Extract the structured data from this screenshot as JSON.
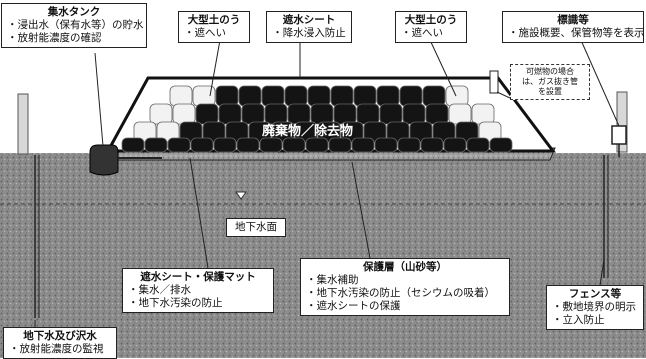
{
  "diagram": {
    "waste_label": "廃棄物／除去物",
    "groundwater_level": "地下水面",
    "labels": {
      "tank": {
        "title": "集水タンク",
        "lines": [
          "・浸出水（保有水等）の貯水",
          "・放射能濃度の確認"
        ]
      },
      "sandbag_left": {
        "title": "大型土のう",
        "lines": [
          "・遮へい"
        ]
      },
      "cover_sheet": {
        "title": "遮水シート",
        "lines": [
          "・降水浸入防止"
        ]
      },
      "sandbag_right": {
        "title": "大型土のう",
        "lines": [
          "・遮へい"
        ]
      },
      "sign": {
        "title": "標識等",
        "lines": [
          "・施設概要、保管物等を表示"
        ]
      },
      "combustible_note": {
        "lines": [
          "可燃物の場合",
          "は、ガス抜き管",
          "を設置"
        ]
      },
      "liner": {
        "title": "遮水シート・保護マット",
        "lines": [
          "・集水／排水",
          "・地下水汚染の防止"
        ]
      },
      "protect_layer": {
        "title": "保護層（山砂等）",
        "lines": [
          "・集水補助",
          "・地下水汚染の防止（セシウムの吸着）",
          "・遮水シートの保護"
        ]
      },
      "fence": {
        "title": "フェンス等",
        "lines": [
          "・敷地境界の明示",
          "・立入防止"
        ]
      },
      "monitor": {
        "title": "地下水及び沢水",
        "lines": [
          "・放射能濃度の監視"
        ]
      }
    }
  }
}
